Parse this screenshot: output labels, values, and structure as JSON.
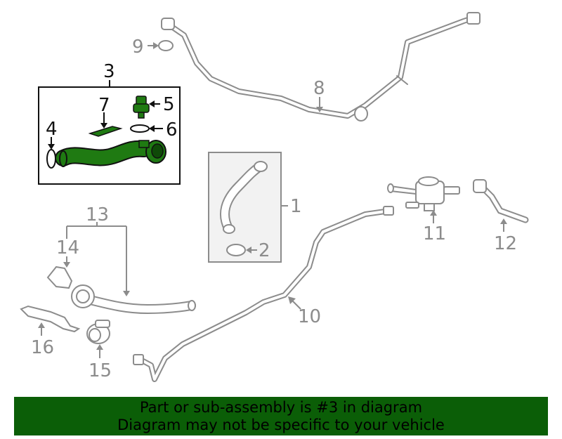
{
  "labels": {
    "l1": "1",
    "l2": "2",
    "l3": "3",
    "l4": "4",
    "l5": "5",
    "l6": "6",
    "l7": "7",
    "l8": "8",
    "l9": "9",
    "l10": "10",
    "l11": "11",
    "l12": "12",
    "l13": "13",
    "l14": "14",
    "l15": "15",
    "l16": "16"
  },
  "banner": {
    "line1": "Part or sub-assembly is #3 in diagram",
    "line2": "Diagram may not be specific to your vehicle"
  },
  "colors": {
    "highlight_part": "#1f7a12",
    "part_outline": "#8c8c8c",
    "banner_bg": "#0b5e07"
  }
}
